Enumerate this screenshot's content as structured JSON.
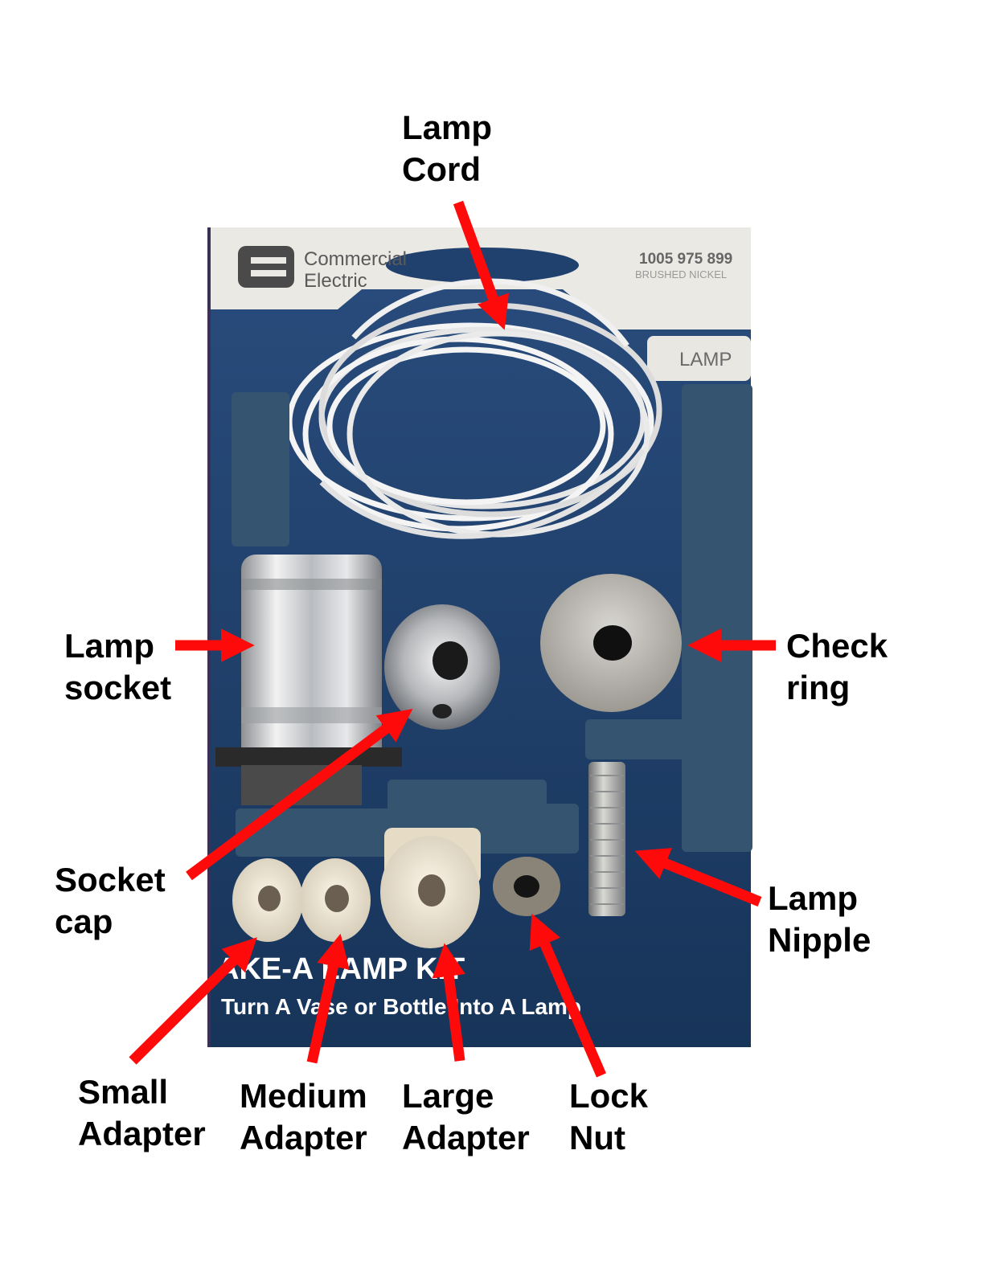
{
  "colors": {
    "background": "#ffffff",
    "card_blue": "#1e3f6b",
    "redaction_blue": "#34546f",
    "arrow_red": "#ff0a0a",
    "label_text": "#000000"
  },
  "package": {
    "brand_line1": "Commercial",
    "brand_line2": "Electric",
    "model_number": "1005 975 899",
    "finish": "BRUSHED NICKEL",
    "tab_text": "LAMP",
    "kit_title": "AKE-A LAMP KIT",
    "kit_subtitle": "Turn A Vase or Bottle Into A Lamp"
  },
  "labels": {
    "lamp_cord": [
      "Lamp",
      "Cord"
    ],
    "lamp_socket": [
      "Lamp",
      "socket"
    ],
    "check_ring": [
      "Check",
      "ring"
    ],
    "socket_cap": [
      "Socket",
      "cap"
    ],
    "lamp_nipple": [
      "Lamp",
      "Nipple"
    ],
    "small_adapter": [
      "Small",
      "Adapter"
    ],
    "medium_adapter": [
      "Medium",
      "Adapter"
    ],
    "large_adapter": [
      "Large",
      "Adapter"
    ],
    "lock_nut": [
      "Lock",
      "Nut"
    ]
  },
  "icons": {
    "arrow": "red-arrow-icon"
  }
}
